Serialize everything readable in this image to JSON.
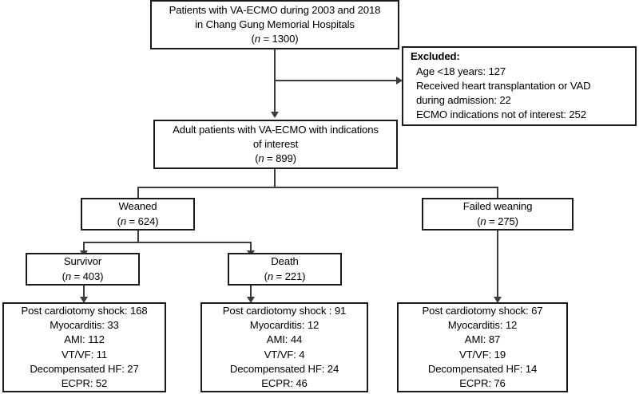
{
  "figure": {
    "type": "flowchart",
    "title": "Patient selection flow diagram for VA-ECMO cohort"
  },
  "nodes": {
    "enrolled": {
      "line1": "Patients with VA-ECMO during 2003 and 2018",
      "line2": "in Chang Gung Memorial Hospitals",
      "n_prefix": "(",
      "n_italic": "n",
      "n_value": " = 1300)"
    },
    "excluded": {
      "header": "Excluded:",
      "item1": "Age <18 years: 127",
      "item2": "Received heart transplantation or VAD",
      "item3": "during admission: 22",
      "item4": "ECMO indications not of interest: 252"
    },
    "adult": {
      "line1": "Adult patients with VA-ECMO with indications",
      "line2": "of interest",
      "n_italic": "n",
      "n_value": " = 899)"
    },
    "weaned": {
      "label": "Weaned",
      "n_italic": "n",
      "n_value": " = 624)"
    },
    "failed_weaning": {
      "label": "Failed weaning",
      "n_italic": "n",
      "n_value": " = 275)"
    },
    "survivor": {
      "label": "Survivor",
      "n_italic": "n",
      "n_value": " = 403)"
    },
    "death": {
      "label": "Death",
      "n_italic": "n",
      "n_value": " = 221)"
    },
    "survivor_indications": {
      "r1": "Post cardiotomy shock: 168",
      "r2": "Myocarditis: 33",
      "r3": "AMI: 112",
      "r4": "VT/VF: 11",
      "r5": "Decompensated HF: 27",
      "r6": "ECPR: 52"
    },
    "death_indications": {
      "r1": "Post cardiotomy shock : 91",
      "r2": "Myocarditis: 12",
      "r3": "AMI: 44",
      "r4": "VT/VF: 4",
      "r5": "Decompensated HF: 24",
      "r6": "ECPR: 46"
    },
    "failed_indications": {
      "r1": "Post cardiotomy shock: 67",
      "r2": "Myocarditis: 12",
      "r3": "AMI: 87",
      "r4": "VT/VF: 19",
      "r5": "Decompensated HF: 14",
      "r6": "ECPR: 76"
    }
  },
  "colors": {
    "box_border": "#1a1a1a",
    "connector": "#3c3c3c",
    "background": "#ffffff",
    "text": "#000000"
  }
}
